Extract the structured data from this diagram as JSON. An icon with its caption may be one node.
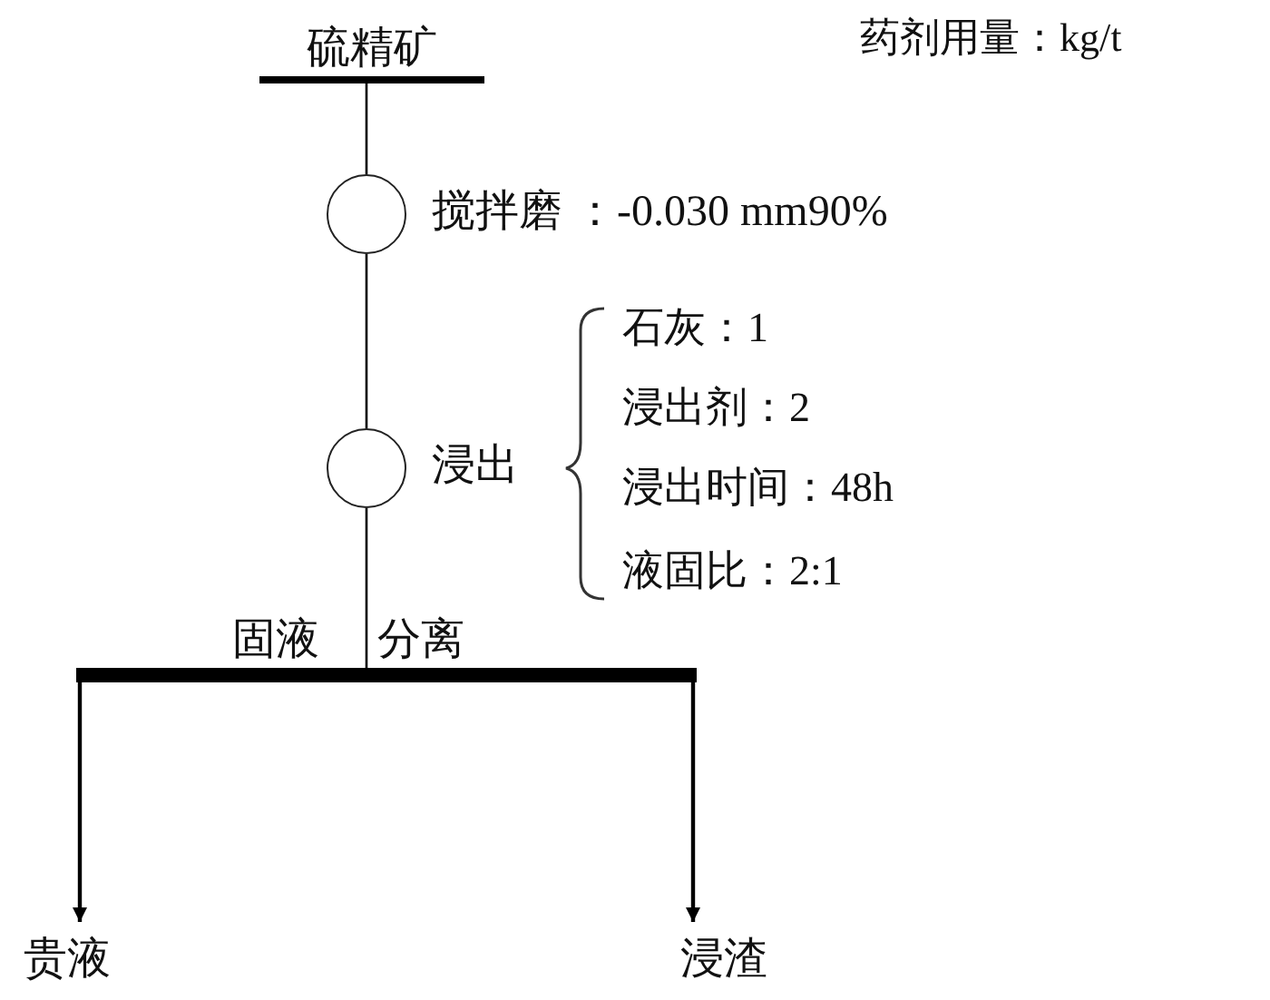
{
  "diagram": {
    "nodes": [
      {
        "text": [
          "硫精矿"
        ]
      },
      {
        "text": [],
        "shape": "circle",
        "beside": [
          "搅拌磨 ：-0.030 mm90%"
        ]
      },
      {
        "text": [],
        "shape": "circle",
        "beside": [
          "浸出"
        ]
      },
      {
        "text": [],
        "shape": "bar",
        "beside": [
          "固液",
          "分离"
        ]
      },
      {
        "text": [
          "贵液"
        ]
      },
      {
        "text": [
          "浸渣"
        ]
      }
    ],
    "edges": [
      {
        "from": 0,
        "to": 1,
        "arrow": "none"
      },
      {
        "from": 1,
        "to": 2,
        "arrow": "none"
      },
      {
        "from": 2,
        "to": 3,
        "arrow": "none"
      },
      {
        "from": 3,
        "to": 4,
        "arrow": "to"
      },
      {
        "from": 3,
        "to": 5,
        "arrow": "to"
      }
    ],
    "labels": [
      "药剂用量：kg/t",
      "石灰：1",
      "浸出剂：2",
      "浸出时间：48h",
      "液固比：2:1"
    ]
  }
}
